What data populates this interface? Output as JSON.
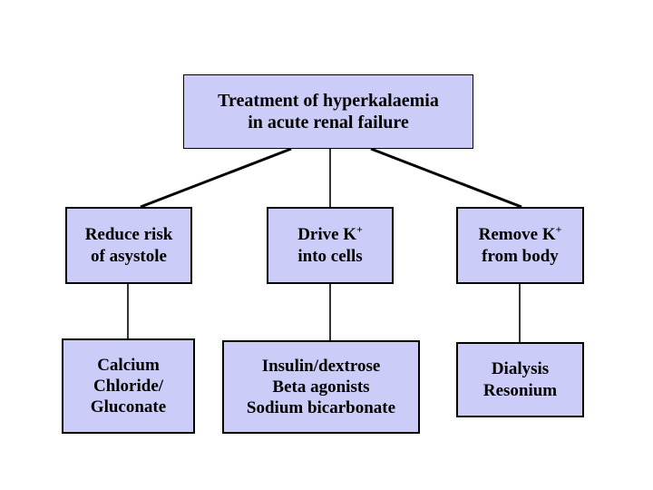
{
  "diagram": {
    "type": "flowchart",
    "title": "Treatment of hyperkalaemia in acute renal failure",
    "colors": {
      "node_fill": "#ccccf8",
      "node_border": "#000000",
      "background": "#ffffff",
      "text": "#000000",
      "connector": "#000000"
    },
    "nodes": {
      "title": {
        "name": "title-node",
        "lines": [
          "Treatment of hyperkalaemia",
          "in acute renal failure"
        ]
      },
      "reduce_risk": {
        "name": "reduce-risk-node",
        "lines": [
          "Reduce risk",
          "of asystole"
        ]
      },
      "drive_k": {
        "name": "drive-k-node",
        "lines": [
          "Drive K",
          "into cells"
        ],
        "superscript": "+"
      },
      "remove_k": {
        "name": "remove-k-node",
        "lines": [
          "Remove K",
          "from body"
        ],
        "superscript": "+"
      },
      "calcium": {
        "name": "calcium-node",
        "lines": [
          "Calcium",
          "Chloride/",
          "Gluconate"
        ]
      },
      "insulin": {
        "name": "insulin-node",
        "lines": [
          "Insulin/dextrose",
          "Beta agonists",
          "Sodium bicarbonate"
        ]
      },
      "dialysis": {
        "name": "dialysis-node",
        "lines": [
          "Dialysis",
          "Resonium"
        ]
      }
    },
    "edges": [
      {
        "from": "title",
        "to": "reduce_risk",
        "style": "diagonal"
      },
      {
        "from": "title",
        "to": "drive_k",
        "style": "vertical"
      },
      {
        "from": "title",
        "to": "remove_k",
        "style": "diagonal"
      },
      {
        "from": "reduce_risk",
        "to": "calcium",
        "style": "vertical"
      },
      {
        "from": "drive_k",
        "to": "insulin",
        "style": "vertical"
      },
      {
        "from": "remove_k",
        "to": "dialysis",
        "style": "vertical"
      }
    ]
  }
}
